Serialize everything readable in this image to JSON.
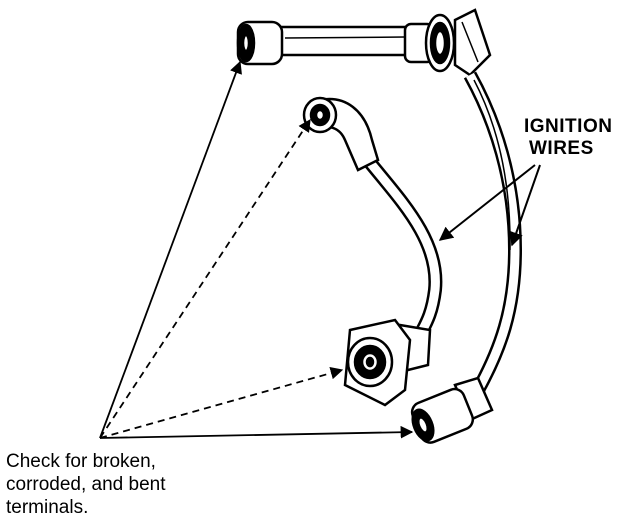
{
  "diagram": {
    "callout_label": [
      "IGNITION",
      "WIRES"
    ],
    "note": [
      "Check for broken,",
      "corroded, and bent",
      "terminals."
    ],
    "ink_color": "#000000",
    "background_color": "#ffffff"
  }
}
